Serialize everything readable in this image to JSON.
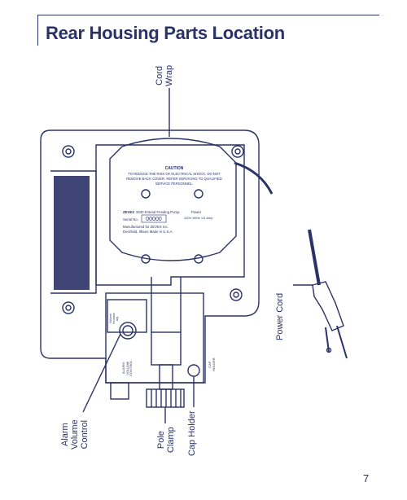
{
  "title": "Rear Housing Parts Location",
  "page_number": "7",
  "callouts": {
    "cord_wrap": [
      "Cord",
      "Wrap"
    ],
    "power_cord": "Power Cord",
    "alarm_volume_control": [
      "Alarm",
      "Volume",
      "Control"
    ],
    "pole_clamp": [
      "Pole",
      "Clamp"
    ],
    "cap_holder": "Cap Holder"
  },
  "caution_label": {
    "heading": "CAUTION",
    "line1": "TO REDUCE THE RISK OF ELECTRICAL SHOCK, DO NOT",
    "line2": "REMOVE BACK COVER. REFER SERVICING TO QUALIFIED",
    "line3": "SERVICE PERSONNEL."
  },
  "rating_plate": {
    "line1_left": "ZEVEX",
    "line1_mid": "3200 Enteral Feeding Pump",
    "line1_right": "Power",
    "line2_left": "Serial No.",
    "serial": "00000",
    "line2_right": "120V 60Hz  1/4 Amp",
    "line3": "Manufactured for ZEVEX Inc.",
    "line4": "Deerfield, Illinois     Made in U.S.A."
  },
  "housing_labels": {
    "alarm_control": [
      "ALARM",
      "VOLUME",
      "CONTROL"
    ],
    "cap_holder": [
      "CAP",
      "HOLDER"
    ],
    "volume_marking": [
      "Volume",
      "Increase",
      "Adj."
    ]
  },
  "colors": {
    "ink": "#2a3268",
    "cord": "#2a3268"
  }
}
